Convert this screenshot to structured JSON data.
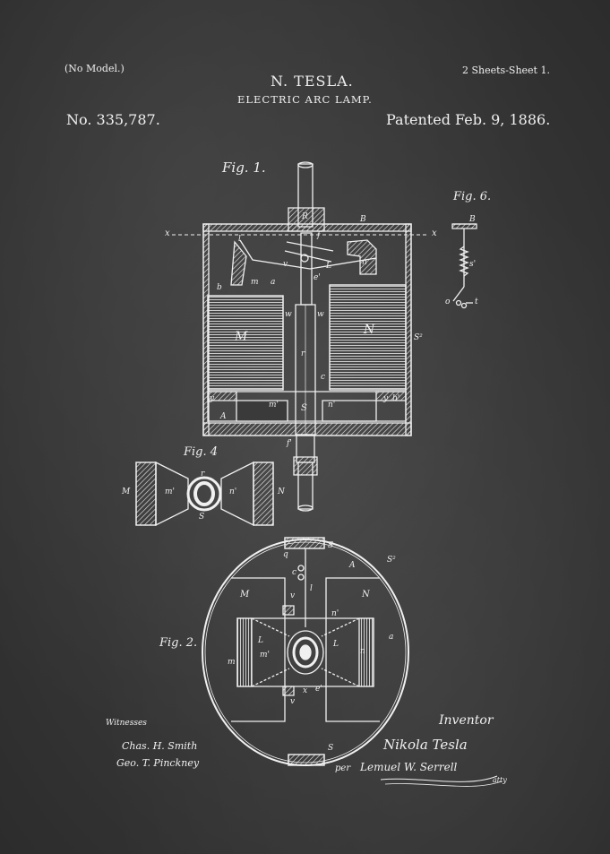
{
  "header": {
    "model_note": "(No Model.)",
    "inventor_name": "N. TESLA.",
    "invention_title": "ELECTRIC ARC LAMP.",
    "sheet_note": "2 Sheets-Sheet 1.",
    "patent_number": "No. 335,787.",
    "patent_date": "Patented Feb. 9, 1886."
  },
  "figures": {
    "fig1_label": "Fig. 1.",
    "fig4_label": "Fig. 4",
    "fig6_label": "Fig. 6.",
    "fig2_label": "Fig. 2."
  },
  "fig1_labels": {
    "M": "M",
    "N": "N",
    "R": "R",
    "B": "B",
    "x_left": "x",
    "x_right": "x",
    "f": "f",
    "f2": "f'",
    "l": "l",
    "L": "L",
    "n": "n",
    "m": "m",
    "a": "a",
    "b": "b",
    "r": "r",
    "w": "w",
    "w2": "w",
    "c": "c",
    "y": "y",
    "y2": "y",
    "b2": "b'",
    "m2": "m'",
    "n2": "n'",
    "S": "S",
    "S2": "S²",
    "e": "e'",
    "v": "v",
    "A": "A"
  },
  "fig4_labels": {
    "M": "M",
    "m2": "m'",
    "n2": "n'",
    "N": "N",
    "r": "r",
    "S": "S"
  },
  "fig6_labels": {
    "B": "B",
    "s": "s'",
    "t": "t",
    "o": "o"
  },
  "fig2_labels": {
    "M": "M",
    "N": "N",
    "L_left": "L",
    "L_right": "L",
    "m": "m",
    "m2": "m'",
    "n": "n",
    "n2": "n'",
    "a": "a",
    "A": "A",
    "S_top": "S",
    "S_bottom": "S",
    "S2": "S²",
    "v_top": "v",
    "v_bottom": "v",
    "e_bottom": "e'",
    "l": "l",
    "q": "q",
    "c": "c",
    "x": "x"
  },
  "signatures": {
    "witnesses_label": "Witnesses",
    "witness_1": "Chas. H. Smith",
    "witness_2": "Geo. T. Pinckney",
    "inventor_label": "Inventor",
    "inventor_signature": "Nikola Tesla",
    "attorney_prefix": "per",
    "attorney_signature": "Lemuel W. Serrell",
    "attorney_suffix": "atty"
  },
  "colors": {
    "background": "#3a3a3a",
    "chalk": "#f0f0f0"
  }
}
